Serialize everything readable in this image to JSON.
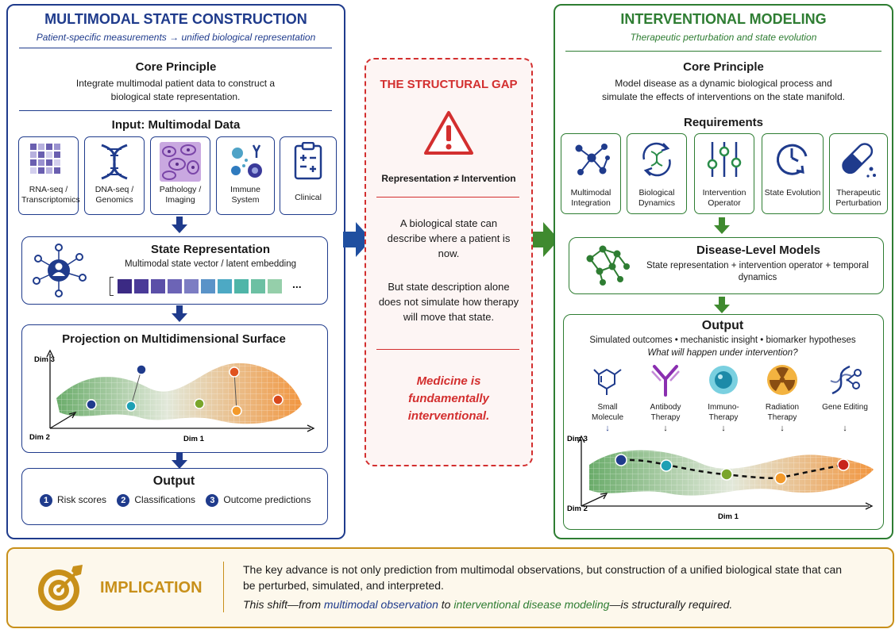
{
  "left": {
    "title": "MULTIMODAL STATE CONSTRUCTION",
    "subtitle": "Patient-specific measurements → unified biological representation",
    "core_heading": "Core Principle",
    "core_text": "Integrate multimodal patient data to construct a biological state representation.",
    "input_heading": "Input: Multimodal Data",
    "inputs": [
      {
        "label": "RNA-seq / Transcriptomics",
        "icon": "heatmap-icon"
      },
      {
        "label": "DNA-seq / Genomics",
        "icon": "dna-icon"
      },
      {
        "label": "Pathology / Imaging",
        "icon": "tissue-icon"
      },
      {
        "label": "Immune System",
        "icon": "immune-icon"
      },
      {
        "label": "Clinical",
        "icon": "clipboard-icon"
      }
    ],
    "state_heading": "State Representation",
    "state_text": "Multimodal state vector / latent embedding",
    "state_ellipsis": "...",
    "embedding_colors": [
      "#3b2a84",
      "#4a3a98",
      "#5b4fa8",
      "#6c64b6",
      "#7c7dc3",
      "#5a93c8",
      "#4da9c4",
      "#4fb5a8",
      "#6cc0a3",
      "#95cfaa"
    ],
    "projection_heading": "Projection on Multidimensional Surface",
    "axes": {
      "dim1": "Dim 1",
      "dim2": "Dim 2",
      "dim3": "Dim 3"
    },
    "output_heading": "Output",
    "outputs": [
      {
        "num": "1",
        "label": "Risk scores"
      },
      {
        "num": "2",
        "label": "Classifications"
      },
      {
        "num": "3",
        "label": "Outcome predictions"
      }
    ]
  },
  "middle": {
    "title": "THE STRUCTURAL GAP",
    "relation": "Representation ≠ Intervention",
    "text1": "A biological state can describe where a patient is now.",
    "text2": "But state description alone does not simulate how therapy will move that state.",
    "conclusion": "Medicine is fundamentally interventional."
  },
  "right": {
    "title": "INTERVENTIONAL MODELING",
    "subtitle": "Therapeutic perturbation and state evolution",
    "core_heading": "Core Principle",
    "core_text": "Model disease as a dynamic biological process and simulate the effects of interventions on the state manifold.",
    "req_heading": "Requirements",
    "requirements": [
      {
        "label": "Multimodal Integration",
        "icon": "network-icon"
      },
      {
        "label": "Biological Dynamics",
        "icon": "cycle-dna-icon"
      },
      {
        "label": "Intervention Operator",
        "icon": "sliders-icon"
      },
      {
        "label": "State Evolution",
        "icon": "clock-icon"
      },
      {
        "label": "Therapeutic Perturbation",
        "icon": "capsule-icon"
      }
    ],
    "models_heading": "Disease-Level Models",
    "models_text": "State representation + intervention operator + temporal dynamics",
    "output_heading": "Output",
    "output_text": "Simulated outcomes • mechanistic insight • biomarker hypotheses",
    "output_question": "What will happen under intervention?",
    "therapies": [
      {
        "label": "Small Molecule",
        "icon": "molecule-icon"
      },
      {
        "label": "Antibody Therapy",
        "icon": "antibody-icon"
      },
      {
        "label": "Immuno-Therapy",
        "icon": "cell-icon"
      },
      {
        "label": "Radiation Therapy",
        "icon": "radiation-icon"
      },
      {
        "label": "Gene Editing",
        "icon": "gene-scissors-icon"
      }
    ],
    "axes": {
      "dim1": "Dim 1",
      "dim2": "Dim 2",
      "dim3": "Dim 3"
    }
  },
  "implication": {
    "label": "IMPLICATION",
    "text": "The key advance is not only prediction from multimodal observations, but construction of a unified biological state that can be perturbed, simulated, and interpreted.",
    "shift_pre": "This shift—from ",
    "shift_blue": "multimodal observation",
    "shift_mid": " to ",
    "shift_green": "interventional disease modeling",
    "shift_post": "—is structurally required."
  },
  "colors": {
    "blue": "#1f3b8c",
    "green": "#2e7d32",
    "red": "#d32f2f",
    "gold": "#c8901a"
  }
}
